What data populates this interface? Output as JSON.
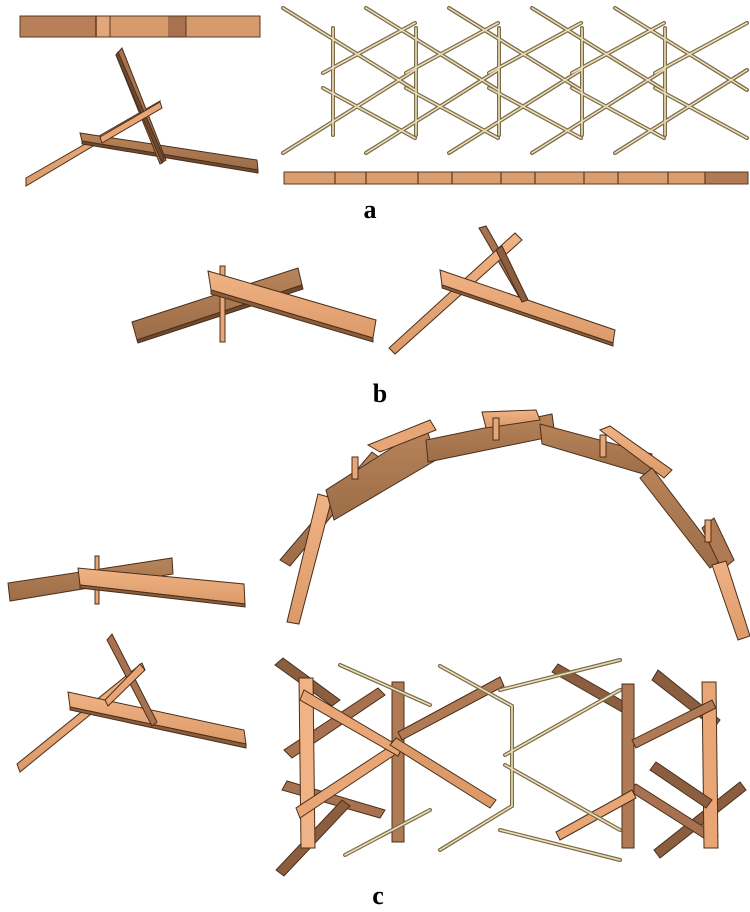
{
  "figure": {
    "labels": {
      "a": "a",
      "b": "b",
      "c": "c"
    }
  },
  "colors": {
    "wood_light": "#e8a575",
    "wood_mid": "#c58f61",
    "wood_dark": "#a67550",
    "wood_edge": "#5a3a22",
    "stick": "#8c7a55",
    "stick_light": "#e9dfb8"
  },
  "panels": [
    {
      "id": "a",
      "parts": [
        "strip-top",
        "tripod-joint",
        "lattice-plan",
        "strip-bottom"
      ]
    },
    {
      "id": "b",
      "parts": [
        "two-beam-joint",
        "three-beam-joint"
      ]
    },
    {
      "id": "c",
      "parts": [
        "two-beam-joint-side",
        "tripod-joint",
        "arch-elevation",
        "arch-plan"
      ]
    }
  ]
}
